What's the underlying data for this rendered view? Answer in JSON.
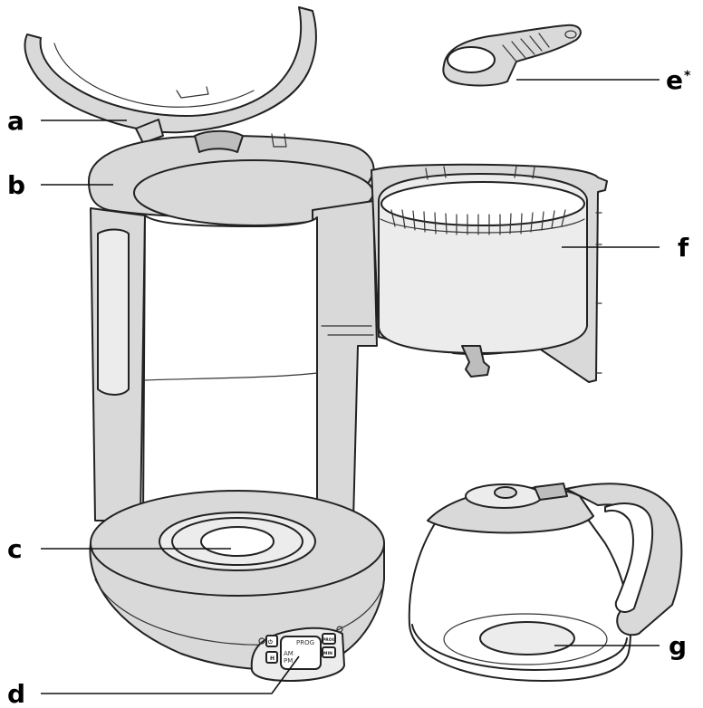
{
  "callouts": {
    "a": "a",
    "b": "b",
    "c": "c",
    "d": "d",
    "e": "e",
    "e_mark": "*",
    "f": "f",
    "g": "g"
  },
  "control_panel": {
    "prog_label": "PROG",
    "am_label": "AM",
    "pm_label": "PM",
    "power_button": "⏻",
    "h_button": "H",
    "prog_button": "PROG",
    "min_button": "MIN"
  },
  "colors": {
    "line": "#222222",
    "fill_grey": "#d9d9d9",
    "background": "#ffffff"
  }
}
